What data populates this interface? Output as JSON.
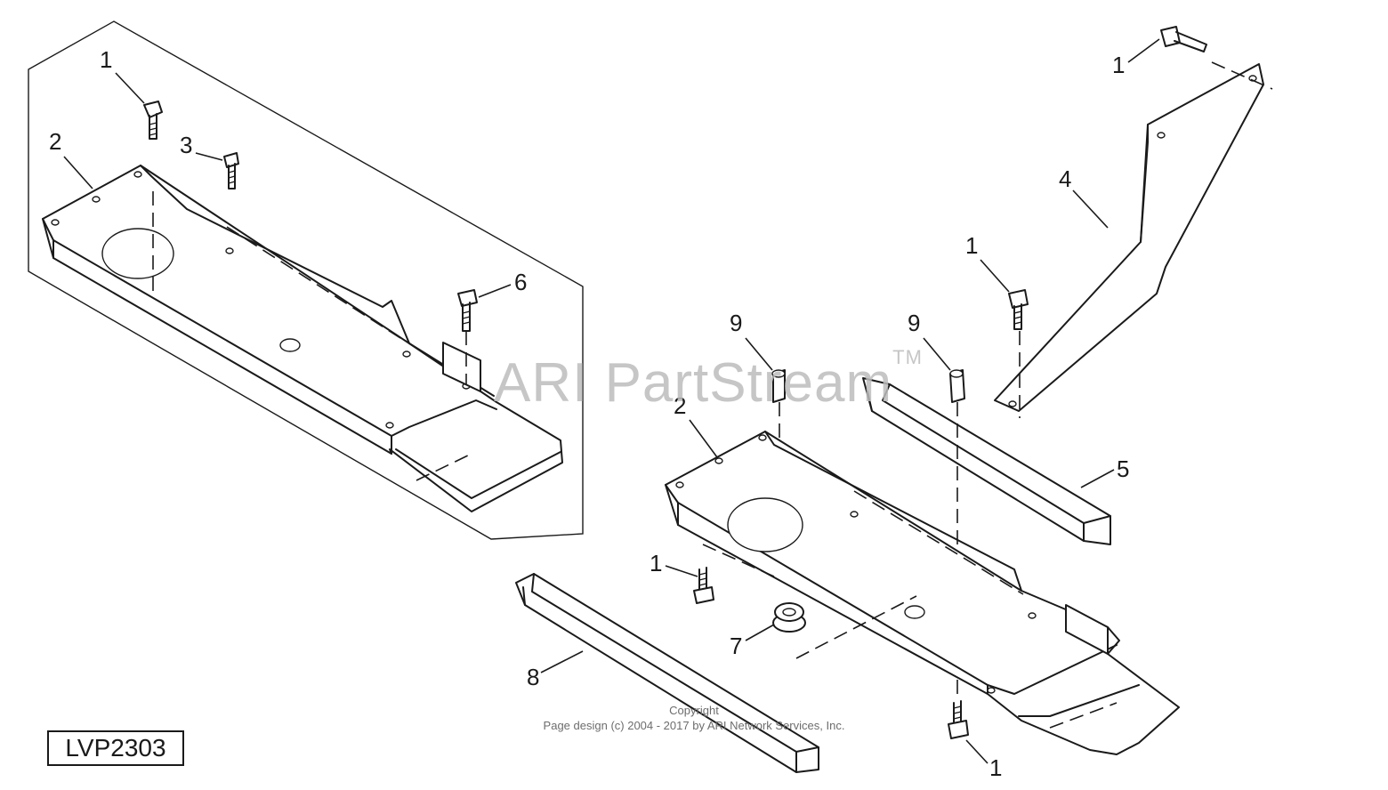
{
  "diagram": {
    "reference_code": "LVP2303",
    "watermark": "ARI PartStream",
    "watermark_mark": "TM",
    "copyright_line1": "Copyright",
    "copyright_line2": "Page design (c) 2004 - 2017 by ARI Network Services, Inc.",
    "callouts": {
      "left_bolt_1": "1",
      "left_pan_2": "2",
      "left_screw_3": "3",
      "left_bolt_6": "6",
      "right_top_bolt_1": "1",
      "bracket_4": "4",
      "mid_bolt_1": "1",
      "spacer_9_left": "9",
      "spacer_9_right": "9",
      "right_pan_2": "2",
      "bar_5": "5",
      "lower_bolt_1": "1",
      "grommet_7": "7",
      "bar_8": "8",
      "bottom_bolt_1": "1"
    }
  }
}
